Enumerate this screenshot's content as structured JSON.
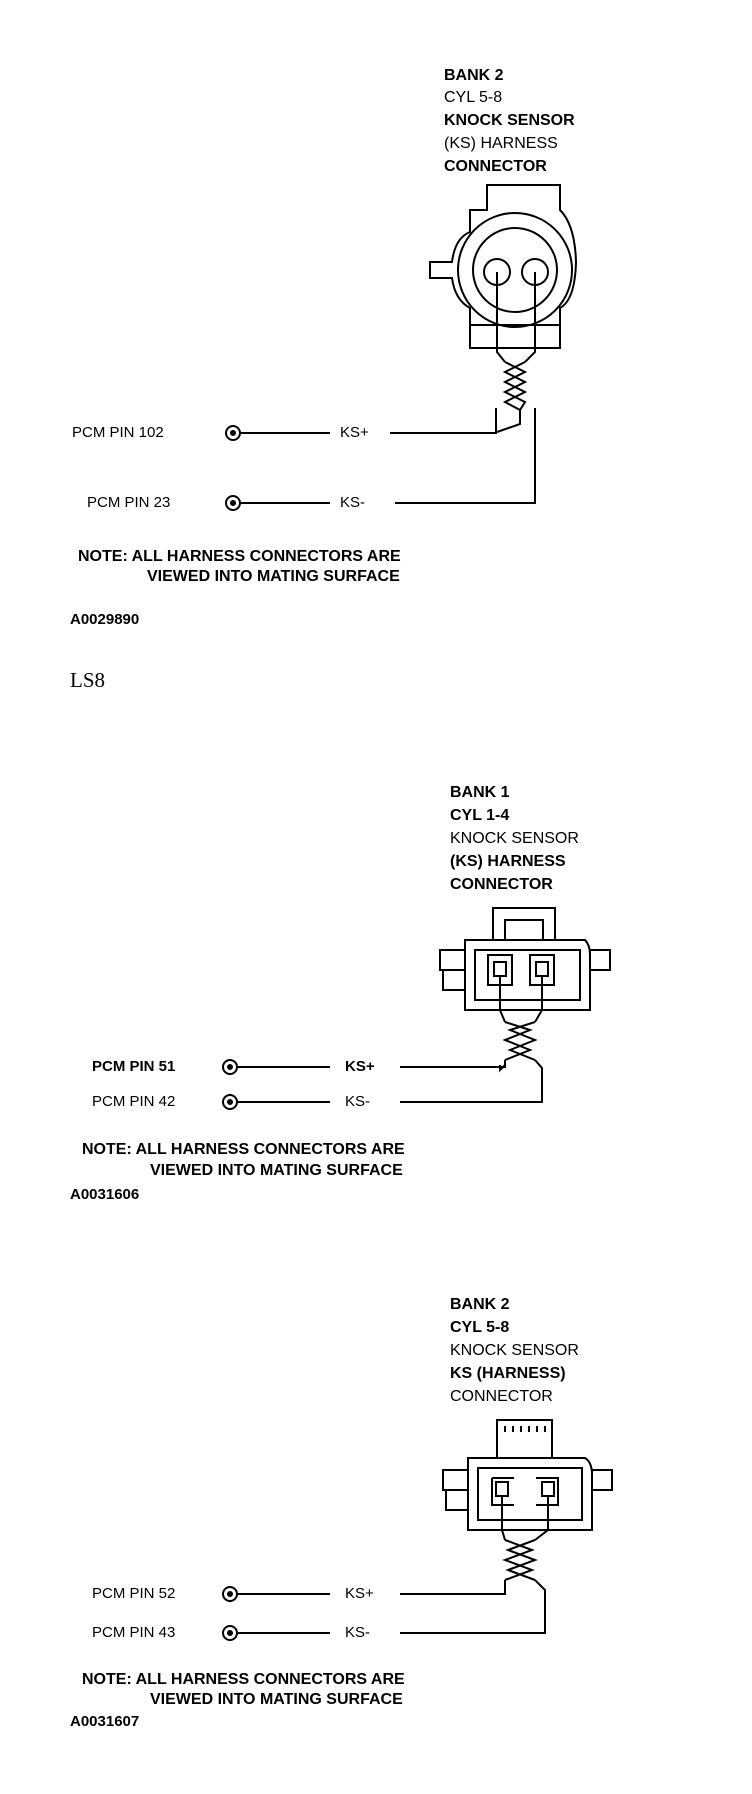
{
  "section_label": "LS8",
  "diagrams": [
    {
      "header": [
        "BANK 2",
        "CYL 5-8",
        "KNOCK SENSOR",
        "(KS) HARNESS",
        "CONNECTOR"
      ],
      "pins": [
        {
          "pcm": "PCM PIN 102",
          "ks": "KS+"
        },
        {
          "pcm": "PCM PIN 23",
          "ks": "KS-"
        }
      ],
      "note": [
        "NOTE: ALL HARNESS CONNECTORS ARE",
        "VIEWED INTO MATING SURFACE"
      ],
      "code": "A0029890"
    },
    {
      "header": [
        "BANK 1",
        "CYL 1-4",
        "KNOCK SENSOR",
        "(KS) HARNESS",
        "CONNECTOR"
      ],
      "pins": [
        {
          "pcm": "PCM PIN 51",
          "ks": "KS+"
        },
        {
          "pcm": "PCM PIN 42",
          "ks": "KS-"
        }
      ],
      "note": [
        "NOTE: ALL HARNESS CONNECTORS ARE",
        "VIEWED INTO MATING SURFACE"
      ],
      "code": "A0031606"
    },
    {
      "header": [
        "BANK 2",
        "CYL 5-8",
        "KNOCK SENSOR",
        "KS (HARNESS)",
        "CONNECTOR"
      ],
      "pins": [
        {
          "pcm": "PCM PIN 52",
          "ks": "KS+"
        },
        {
          "pcm": "PCM PIN 43",
          "ks": "KS-"
        }
      ],
      "note": [
        "NOTE: ALL HARNESS CONNECTORS ARE",
        "VIEWED INTO MATING SURFACE"
      ],
      "code": "A0031607"
    }
  ]
}
